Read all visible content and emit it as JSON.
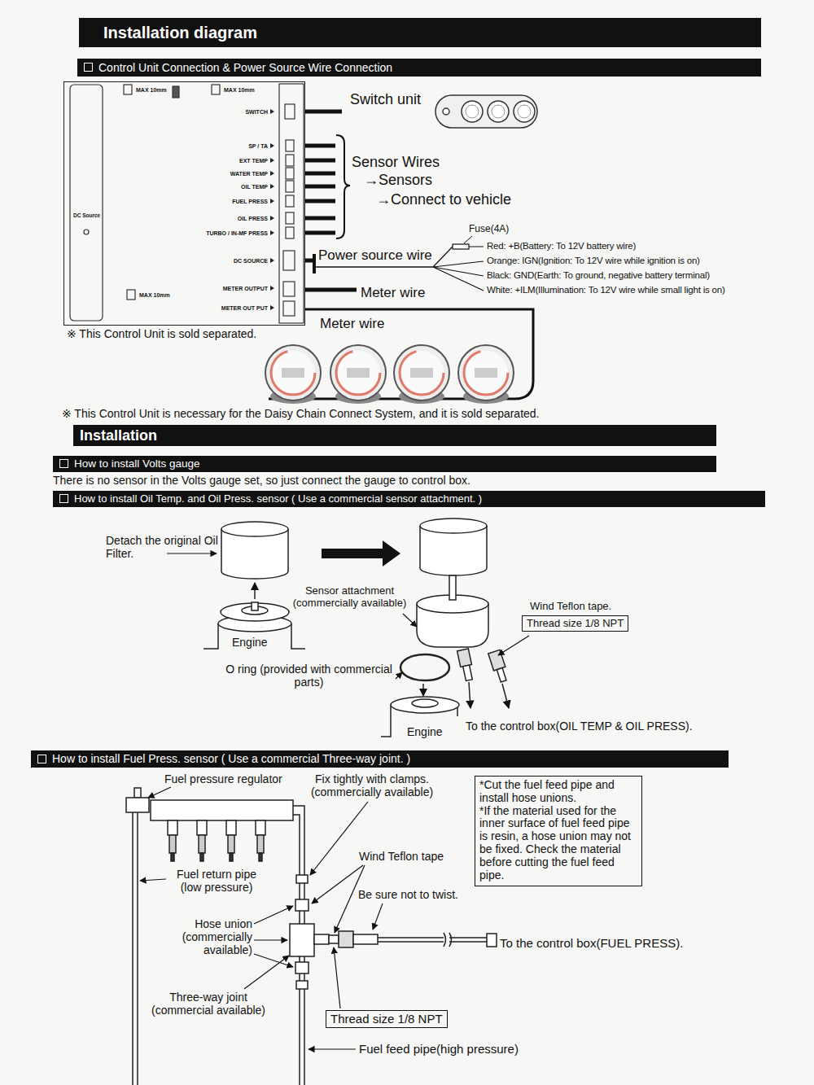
{
  "diagram": {
    "title": "Installation diagram",
    "nodes": [
      {
        "text": [
          "Control Unit Connection & Power Source Wire Connection"
        ]
      },
      {
        "text": [
          "SWITCH",
          "SP / TA",
          "EXT TEMP",
          "WATER TEMP",
          "OIL TEMP",
          "FUEL PRESS",
          "OIL PRESS",
          "TURBO / IN-MF PRESS",
          "DC SOURCE",
          "METER OUTPUT",
          "METER OUT PUT",
          "MAX 10mm",
          "MAX 10mm",
          "MAX 10mm",
          "DC Source"
        ]
      },
      {
        "text": [
          "Installation"
        ]
      },
      {
        "text": [
          "How to install Volts gauge"
        ]
      },
      {
        "text": [
          "How to install Oil Temp. and Oil Press. sensor ( Use a commercial sensor attachment. )"
        ]
      },
      {
        "text": [
          "Thread size 1/8 NPT"
        ]
      },
      {
        "text": [
          "How to install Fuel Press. sensor ( Use a commercial Three-way joint. )"
        ]
      },
      {
        "text": [
          "*Cut the fuel feed pipe and install hose unions.",
          "*If the material used for the inner surface of fuel feed pipe is resin, a hose union may not be fixed. Check the material before cutting the fuel feed pipe."
        ]
      },
      {
        "text": [
          "Thread size 1/8 NPT"
        ]
      }
    ],
    "labels": [
      "Switch unit",
      "Sensor Wires",
      "→Sensors",
      "→Connect to vehicle",
      "Fuse(4A)",
      "Power source wire",
      "Red: +B(Battery: To 12V battery wire)",
      "Orange: IGN(Ignition: To 12V wire while ignition is on)",
      "Black: GND(Earth: To ground, negative battery terminal)",
      "White: +ILM(Illumination: To 12V wire while small light is on)",
      "Meter wire",
      "Meter wire",
      "※ This Control Unit is sold separated.",
      "※ This Control Unit is necessary for the Daisy Chain Connect System, and it is sold separated.",
      "There is no sensor in the Volts gauge set, so just connect the gauge to control box.",
      "Detach the original Oil Filter.",
      "Engine",
      "Sensor attachment (commercially available)",
      "Wind Teflon tape.",
      "O ring (provided with commercial parts)",
      "Engine",
      "To the control box(OIL TEMP & OIL PRESS).",
      "Fuel pressure regulator",
      "Fix tightly with clamps. (commercially available)",
      "Fuel return pipe (low pressure)",
      "Wind Teflon tape",
      "Be sure not to twist.",
      "Hose union (commercially available)",
      "To the control box(FUEL PRESS).",
      "Three-way joint (commercial available)",
      "Fuel feed pipe(high pressure)"
    ]
  }
}
